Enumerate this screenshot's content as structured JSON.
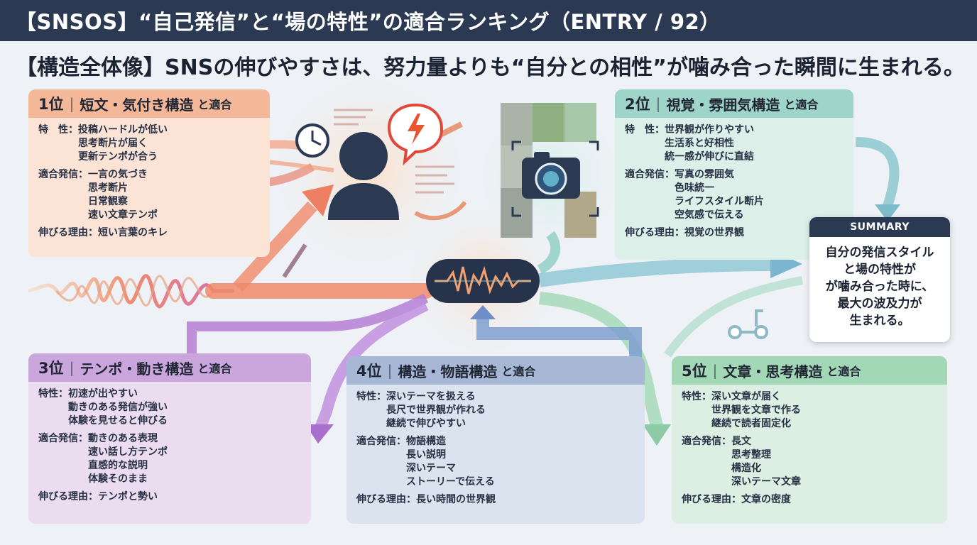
{
  "header": {
    "title": "【SNSOS】“自己発信”と“場の特性”の適合ランキング（ENTRY / 92）",
    "subtitle": "【構造全体像】SNSの伸びやすさは、努力量よりも“自分との相性”が噛み合った瞬間に生まれる。"
  },
  "colors": {
    "header_bg": "#2b3a52",
    "rank1": "#f4b898",
    "rank2": "#9fd4c9",
    "rank3": "#caa6dd",
    "rank4": "#a6b8d6",
    "rank5": "#a3d8b6"
  },
  "cards": [
    {
      "rank": "1位",
      "name": "短文・気付き構造",
      "tail": "と適合",
      "rows": [
        {
          "key": "特　性：",
          "values": [
            "投稿ハードルが低い",
            "思考断片が届く",
            "更新テンポが合う"
          ]
        },
        {
          "key": "適合発信：",
          "values": [
            "一言の気づき",
            "思考断片",
            "日常観察",
            "速い文章テンポ"
          ]
        },
        {
          "key": "伸びる理由：",
          "values": [
            "短い言葉のキレ"
          ]
        }
      ]
    },
    {
      "rank": "2位",
      "name": "視覚・雰囲気構造",
      "tail": "と適合",
      "rows": [
        {
          "key": "特　性：",
          "values": [
            "世界観が作りやすい",
            "生活系と好相性",
            "統一感が伸びに直結"
          ]
        },
        {
          "key": "適合発信：",
          "values": [
            "写真の雰囲気",
            "色味統一",
            "ライフスタイル断片",
            "空気感で伝える"
          ]
        },
        {
          "key": "伸びる理由：",
          "values": [
            "視覚の世界観"
          ]
        }
      ]
    },
    {
      "rank": "3位",
      "name": "テンポ・動き構造",
      "tail": "と適合",
      "rows": [
        {
          "key": "特性：",
          "values": [
            "初速が出やすい",
            "動きのある発信が強い",
            "体験を見せると伸びる"
          ]
        },
        {
          "key": "適合発信：",
          "values": [
            "動きのある表現",
            "速い話し方テンポ",
            "直感的な説明",
            "体験そのまま"
          ]
        },
        {
          "key": "伸びる理由：",
          "values": [
            "テンポと勢い"
          ]
        }
      ]
    },
    {
      "rank": "4位",
      "name": "構造・物語構造",
      "tail": "と適合",
      "rows": [
        {
          "key": "特性：",
          "values": [
            "深いテーマを扱える",
            "長尺で世界観が作れる",
            "継続で伸びやすい"
          ]
        },
        {
          "key": "適合発信：",
          "values": [
            "物語構造",
            "長い説明",
            "深いテーマ",
            "ストーリーで伝える"
          ]
        },
        {
          "key": "伸びる理由：",
          "values": [
            "長い時間の世界観"
          ]
        }
      ]
    },
    {
      "rank": "5位",
      "name": "文章・思考構造",
      "tail": "と適合",
      "rows": [
        {
          "key": "特性：",
          "values": [
            "深い文章が届く",
            "世界観を文章で作る",
            "継続で読者固定化"
          ]
        },
        {
          "key": "適合発信：",
          "values": [
            "長文",
            "思考整理",
            "構造化",
            "深いテーマ文章"
          ]
        },
        {
          "key": "伸びる理由：",
          "values": [
            "文章の密度"
          ]
        }
      ]
    }
  ],
  "summary": {
    "title": "SUMMARY",
    "lines": [
      "自分の発信スタイル",
      "と場の特性が",
      "が噛み合った時に、",
      "最大の波及力が",
      "生まれる。"
    ]
  },
  "icons": [
    "clock-icon",
    "person-icon",
    "lightning-bubble-icon",
    "camera-icon",
    "waveform-icon",
    "palette-icon",
    "runner-icon",
    "speaker-icon",
    "play-icon",
    "book-icon",
    "chart-icon",
    "document-icon",
    "quill-icon",
    "gear-icon"
  ]
}
